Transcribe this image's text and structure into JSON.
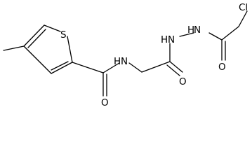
{
  "structure": {
    "atoms": {
      "methyl_c": "",
      "ring_s": "S",
      "amide1_n": "N",
      "amide1_h": "H",
      "carbonyl1_o": "O",
      "carbonyl2_o": "O",
      "hydrazide_n1": "N",
      "hydrazide_h1": "H",
      "hydrazide_n2": "N",
      "hydrazide_h2": "H",
      "carbonyl3_o": "O",
      "chlorine": "Cl"
    }
  },
  "colors": {
    "bond": "#000000",
    "label": "#000000",
    "background": "#ffffff"
  }
}
